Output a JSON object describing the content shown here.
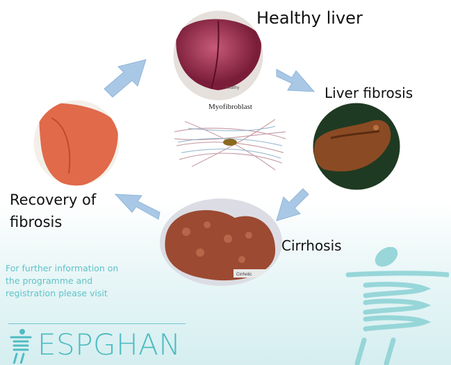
{
  "stages": {
    "healthy": "Healthy liver",
    "fibrosis": "Liver fibrosis",
    "cirrhosis": "Cirrhosis",
    "recovery_line1": "Recovery of",
    "recovery_line2": "fibrosis"
  },
  "center_label": "Myofibroblast",
  "info_text": "For further information on the programme and registration please visit",
  "logo_text": "ESPGHAN",
  "colors": {
    "accent": "#4fbcc2",
    "arrow": "#a7c6e3"
  }
}
